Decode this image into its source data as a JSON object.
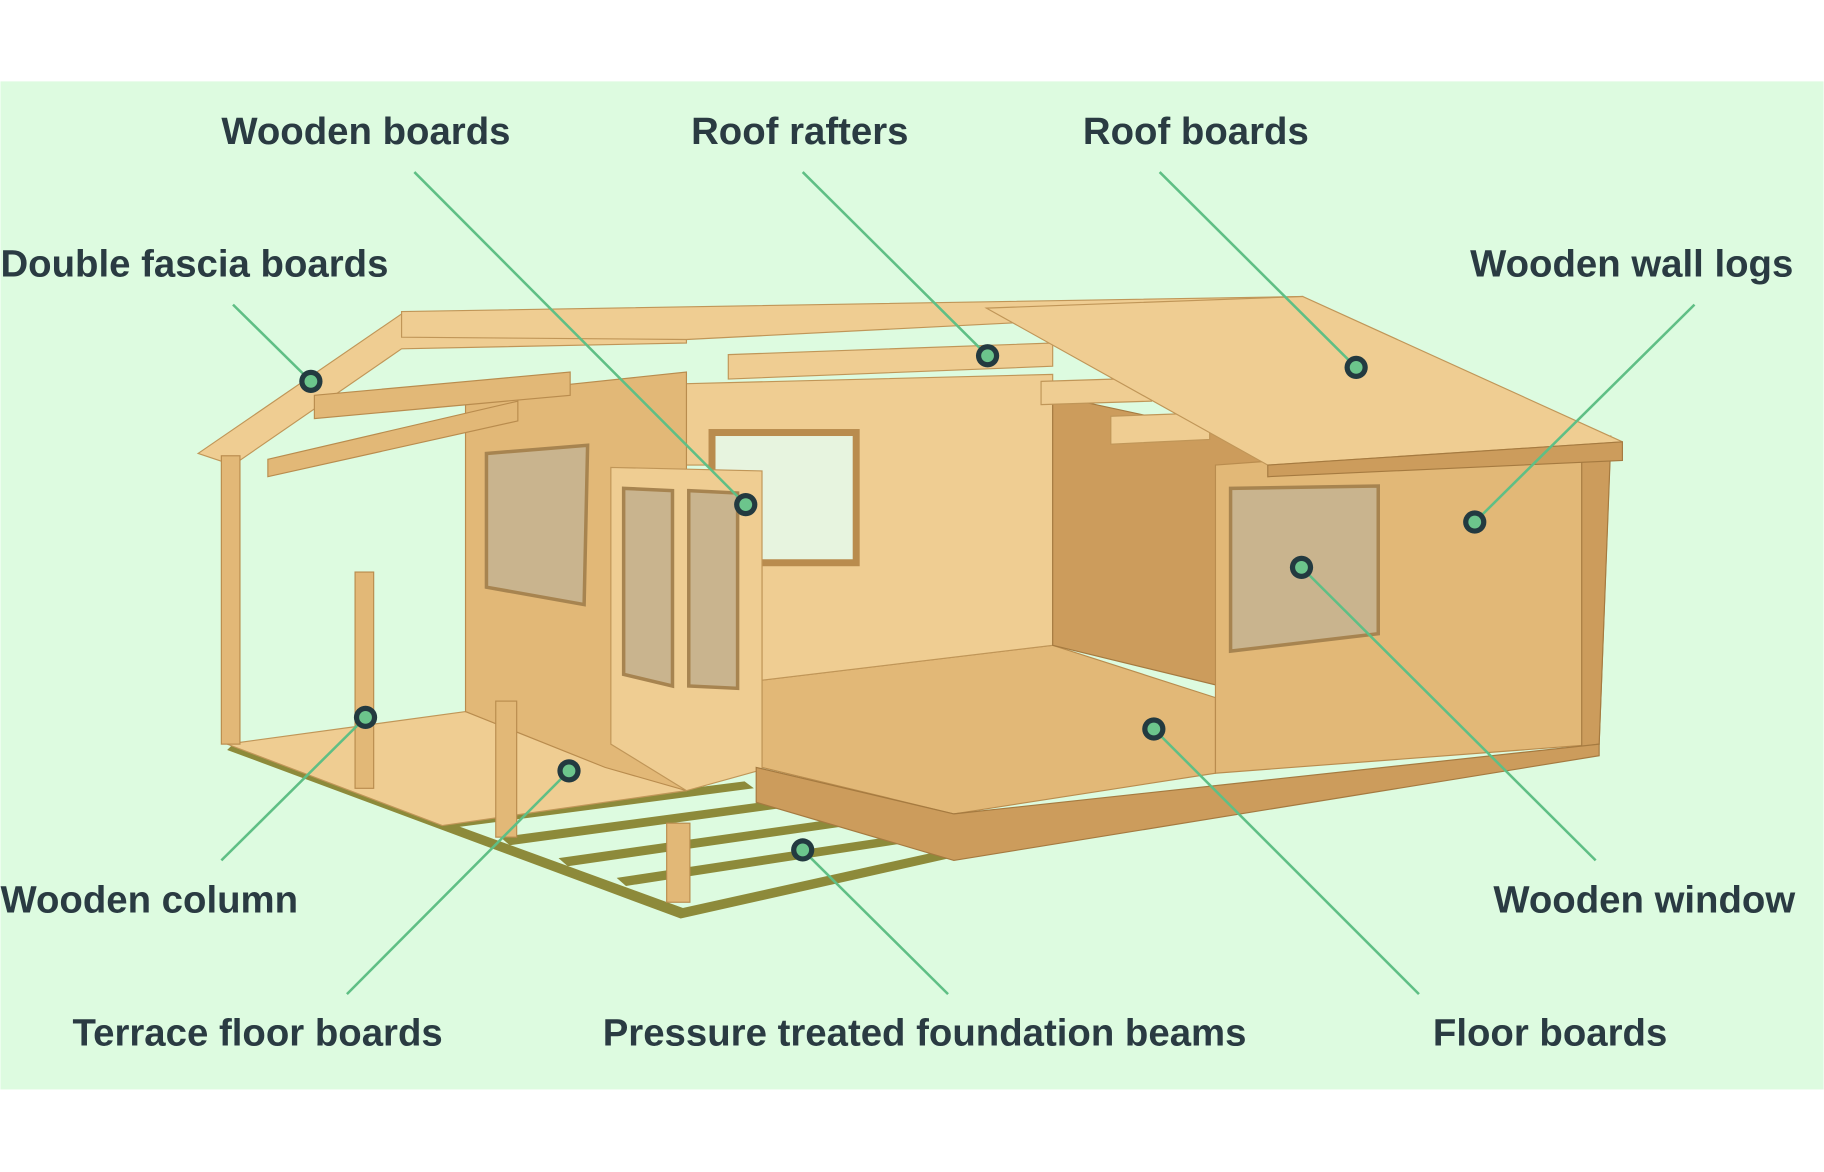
{
  "colors": {
    "background": "#ddfbe0",
    "text": "#2a3b42",
    "leader": "#5fbf85",
    "marker_ring": "#233a40",
    "marker_fill": "#6cc58c"
  },
  "labels": {
    "wooden_boards": "Wooden boards",
    "roof_rafters": "Roof rafters",
    "roof_boards": "Roof boards",
    "double_fascia_boards": "Double fascia boards",
    "wooden_wall_logs": "Wooden wall logs",
    "wooden_column": "Wooden column",
    "wooden_window": "Wooden window",
    "terrace_floor_boards": "Terrace floor boards",
    "pressure_treated_foundation_beams": "Pressure treated foundation beams",
    "floor_boards": "Floor boards"
  }
}
